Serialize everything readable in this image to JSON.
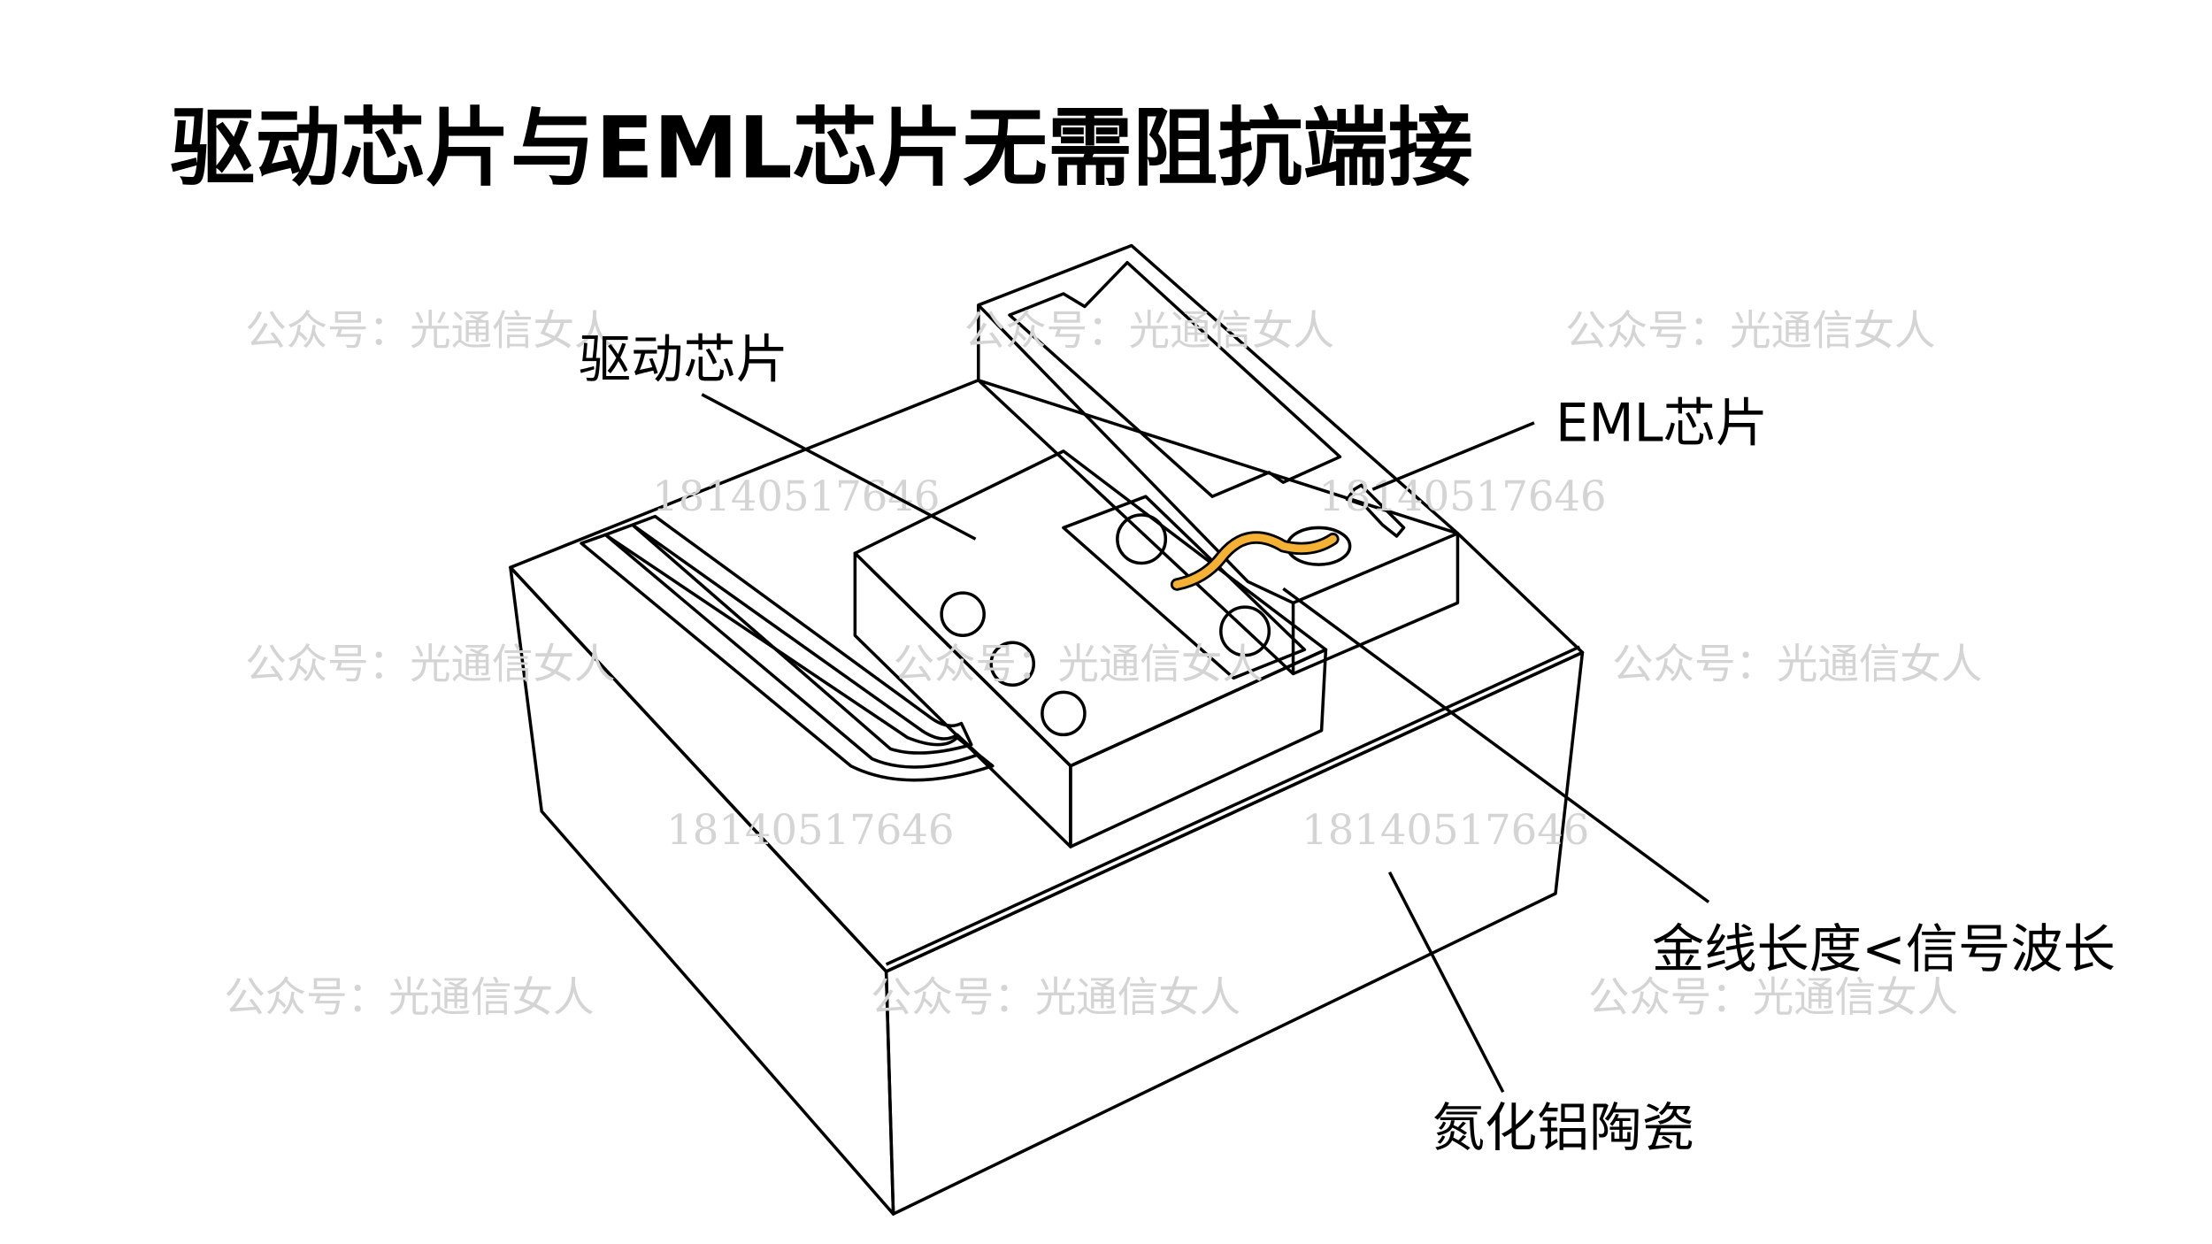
{
  "title": "驱动芯片与EML芯片无需阻抗端接",
  "labels": {
    "driver_chip": "驱动芯片",
    "eml_chip": "EML芯片",
    "gold_wire": "金线长度<信号波长",
    "ceramic": "氮化铝陶瓷"
  },
  "watermarks": {
    "account": "公众号：光通信女人",
    "phone": "18140517646"
  },
  "colors": {
    "yellow_metal": "#f7ec00",
    "ceramic": "#b4b4b4",
    "chip": "#dcdcdc",
    "pad": "#f5b133"
  }
}
